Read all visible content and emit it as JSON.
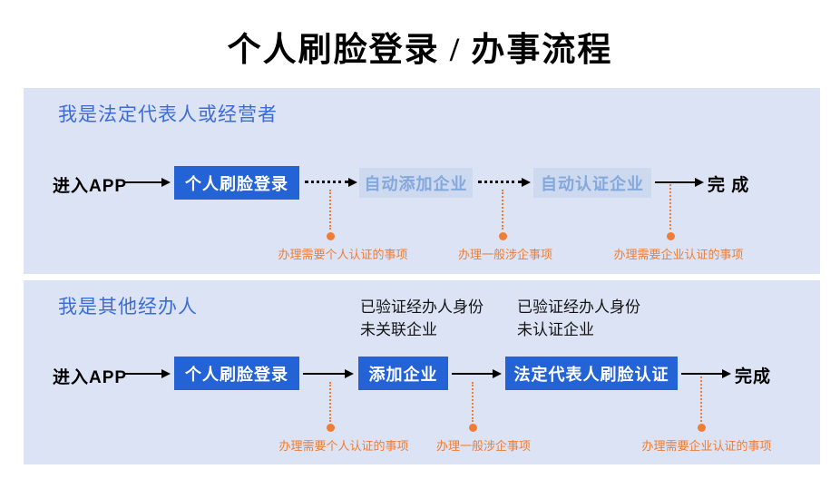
{
  "title": "个人刷脸登录 / 办事流程",
  "colors": {
    "panel_background": "#dce3f4",
    "section_header_blue": "#3c6cd6",
    "primary_node_blue": "#2363d5",
    "secondary_node_background": "#ccd9ef",
    "secondary_node_text": "#84a8dd",
    "annotation_orange": "#ef7d35",
    "text_black": "#000000"
  },
  "section1": {
    "header": "我是法定代表人或经营者",
    "start": "进入APP",
    "end": "完 成",
    "steps": [
      {
        "label": "个人刷脸登录",
        "style": "primary"
      },
      {
        "label": "自动添加企业",
        "style": "light"
      },
      {
        "label": "自动认证企业",
        "style": "light"
      }
    ],
    "notes": [
      "办理需要个人认证的事项",
      "办理一般涉企事项",
      "办理需要企业认证的事项"
    ]
  },
  "section2": {
    "header": "我是其他经办人",
    "start": "进入APP",
    "end": "完成",
    "captions": [
      {
        "line1": "已验证经办人身份",
        "line2": "未关联企业"
      },
      {
        "line1": "已验证经办人身份",
        "line2": "未认证企业"
      }
    ],
    "steps": [
      {
        "label": "个人刷脸登录",
        "style": "primary"
      },
      {
        "label": "添加企业",
        "style": "primary"
      },
      {
        "label": "法定代表人刷脸认证",
        "style": "primary"
      }
    ],
    "notes": [
      "办理需要个人认证的事项",
      "办理一般涉企事项",
      "办理需要企业认证的事项"
    ]
  }
}
